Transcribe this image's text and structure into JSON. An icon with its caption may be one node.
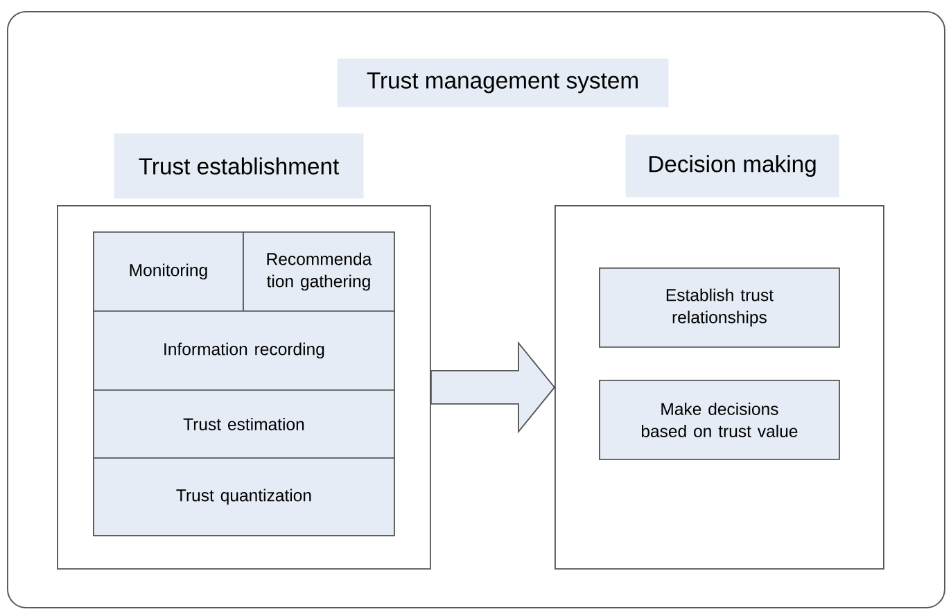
{
  "diagram": {
    "nodes": [
      {
        "text": [
          "Trust management system"
        ]
      },
      {
        "text": [
          "Trust establishment"
        ],
        "in": 0
      },
      {
        "text": [
          "Monitoring"
        ],
        "in": 1
      },
      {
        "text": [
          "Recommenda tion gathering"
        ],
        "in": 1
      },
      {
        "text": [
          "Information recording"
        ],
        "in": 1
      },
      {
        "text": [
          "Trust estimation"
        ],
        "in": 1
      },
      {
        "text": [
          "Trust quantization"
        ],
        "in": 1
      },
      {
        "text": [
          "Decision making"
        ],
        "in": 0
      },
      {
        "text": [
          "Establish trust relationships"
        ],
        "in": 7
      },
      {
        "text": [
          "Make decisions based on trust value"
        ],
        "in": 7
      }
    ],
    "edges": [
      {
        "from": 1,
        "to": 7,
        "arrow": "to"
      }
    ]
  }
}
